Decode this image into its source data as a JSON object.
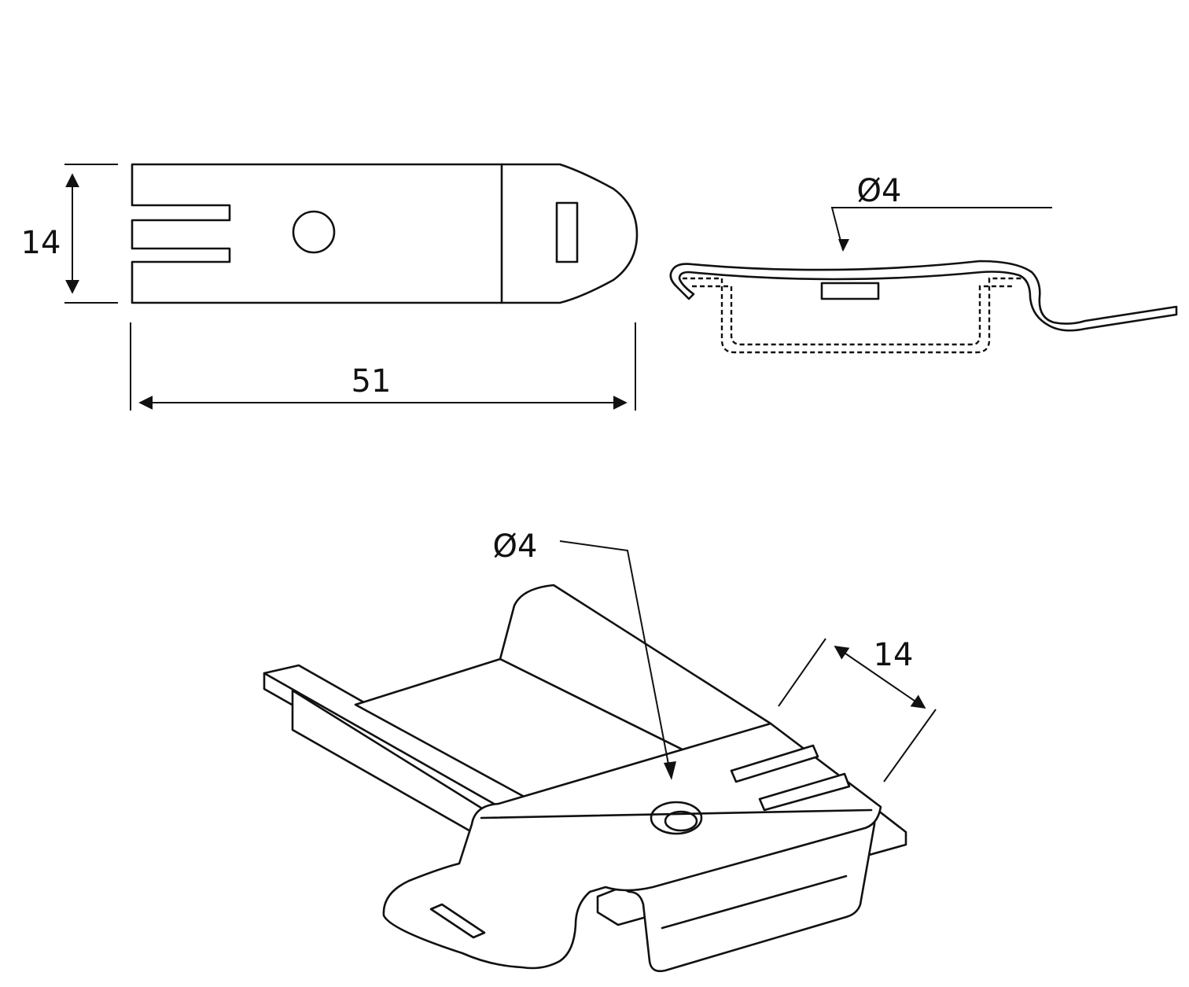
{
  "colors": {
    "line": "#111111",
    "background": "#ffffff"
  },
  "top_view": {
    "width_label": "14",
    "length_label": "51"
  },
  "side_view": {
    "hole_label": "Ø4"
  },
  "iso_view": {
    "hole_label": "Ø4",
    "width_label": "14"
  }
}
